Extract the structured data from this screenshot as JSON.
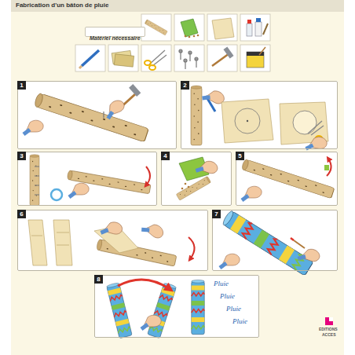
{
  "diagram": {
    "title": "Fabrication d'un bâton de pluie",
    "nodes": [
      {
        "text": [
          "Matériel nécessaire"
        ]
      },
      {
        "text": [
          "1"
        ]
      },
      {
        "text": [
          "2"
        ]
      },
      {
        "text": [
          "3"
        ]
      },
      {
        "text": [
          "4"
        ]
      },
      {
        "text": [
          "5"
        ]
      },
      {
        "text": [
          "6"
        ]
      },
      {
        "text": [
          "7"
        ]
      },
      {
        "text": [
          "8"
        ]
      }
    ],
    "labels": [
      "Pluie",
      "Pluie",
      "Pluie",
      "Pluie",
      "EDITIONS",
      "ACCES"
    ]
  }
}
